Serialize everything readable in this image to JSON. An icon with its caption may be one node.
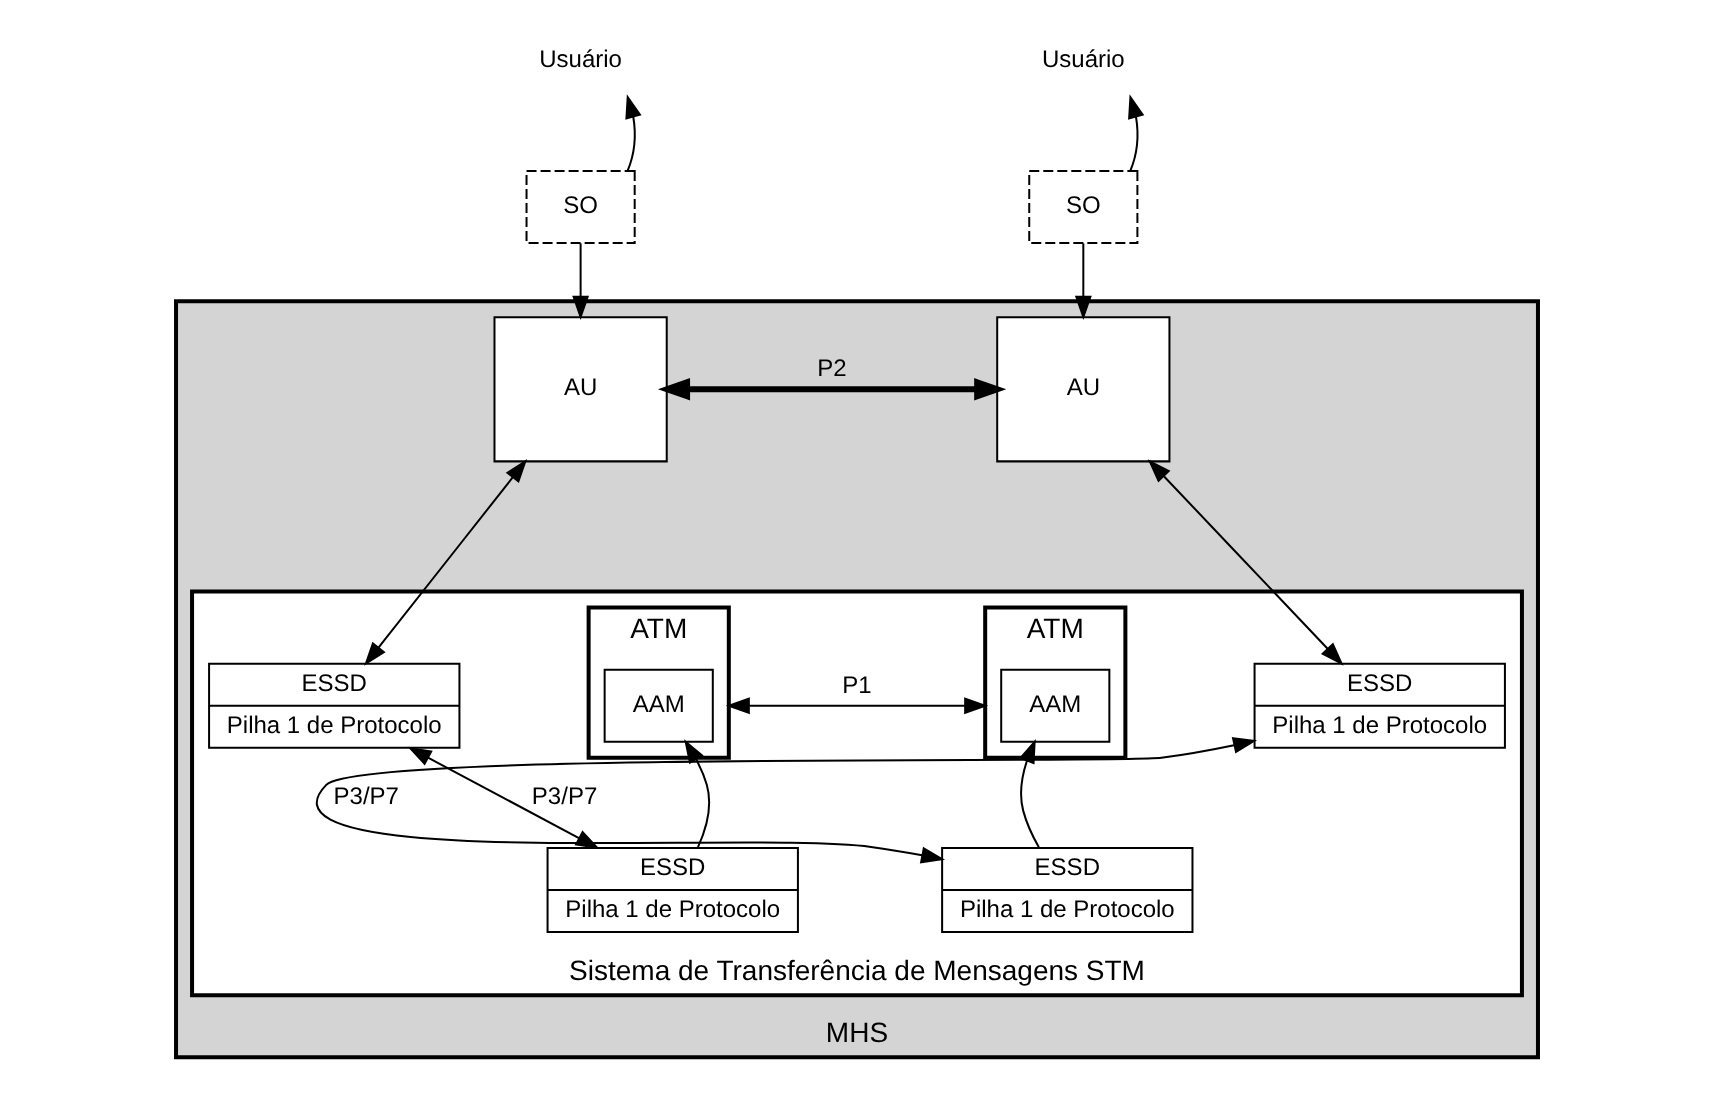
{
  "diagram": {
    "nodes": [
      {
        "text": [
          "MHS"
        ]
      },
      {
        "text": [
          "Sistema de Transferência de Mensagens STM"
        ],
        "in": 0
      },
      {
        "text": [
          "Usuário"
        ]
      },
      {
        "text": [
          "SO"
        ]
      },
      {
        "text": [
          "AU"
        ],
        "in": 0
      },
      {
        "text": [
          "ESSD",
          "Pilha 1 de Protocolo"
        ],
        "in": 1
      },
      {
        "text": [
          "ATM"
        ],
        "in": 1
      },
      {
        "text": [
          "AAM"
        ],
        "in": 6
      },
      {
        "text": [
          "ESSD",
          "Pilha 1 de Protocolo"
        ],
        "in": 1
      },
      {
        "text": [
          "ATM"
        ],
        "in": 1
      },
      {
        "text": [
          "AAM"
        ],
        "in": 9
      },
      {
        "text": [
          "ESSD",
          "Pilha 1 de Protocolo"
        ],
        "in": 1
      },
      {
        "text": [
          "Usuário"
        ]
      },
      {
        "text": [
          "SO"
        ]
      },
      {
        "text": [
          "AU"
        ],
        "in": 0
      },
      {
        "text": [
          "ESSD",
          "Pilha 1 de Protocolo"
        ],
        "in": 1
      }
    ],
    "edges": [
      {
        "from": 3,
        "to": 2,
        "arrow": "to"
      },
      {
        "from": 3,
        "to": 4,
        "arrow": "to"
      },
      {
        "from": 4,
        "to": 5,
        "arrow": "both"
      },
      {
        "from": 4,
        "to": 14,
        "arrow": "both",
        "label": "P2",
        "style": "thick"
      },
      {
        "from": 13,
        "to": 12,
        "arrow": "to"
      },
      {
        "from": 13,
        "to": 14,
        "arrow": "to"
      },
      {
        "from": 14,
        "to": 15,
        "arrow": "both"
      },
      {
        "from": 8,
        "to": 7,
        "arrow": "to"
      },
      {
        "from": 11,
        "to": 10,
        "arrow": "to"
      },
      {
        "from": 5,
        "to": 8,
        "arrow": "both",
        "label": "P3/P7"
      },
      {
        "from": 6,
        "to": 9,
        "arrow": "both",
        "label": "P1"
      },
      {
        "from": 11,
        "to": 15,
        "arrow": "both",
        "label": "P3/P7"
      }
    ]
  }
}
